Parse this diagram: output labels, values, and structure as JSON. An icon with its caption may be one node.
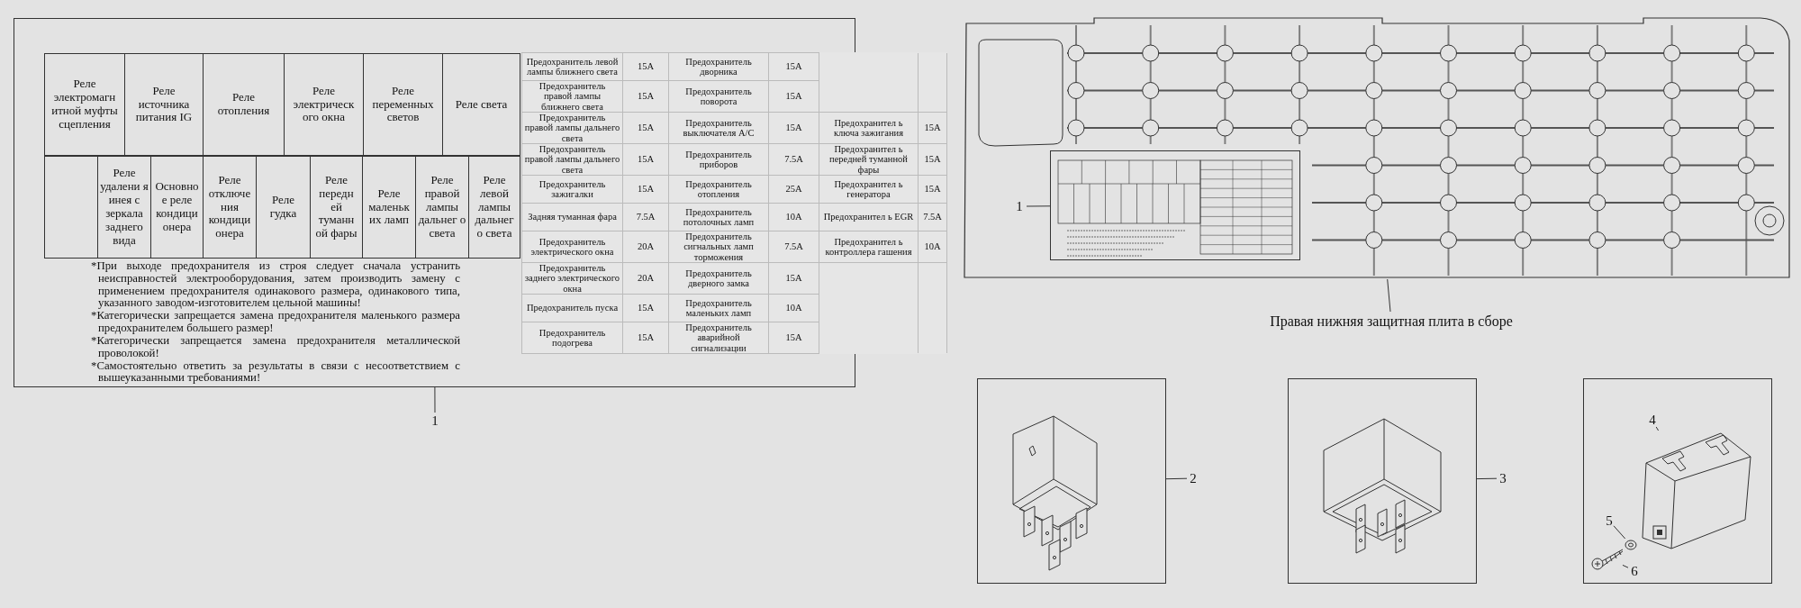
{
  "diagram": {
    "nodes": [
      {
        "text": [],
        "shape": "box"
      },
      {
        "text": [
          "1"
        ]
      },
      {
        "text": [],
        "shape": "picture"
      },
      {
        "text": [],
        "shape": "box",
        "in": 2
      },
      {
        "text": [
          "1"
        ],
        "in": 2
      },
      {
        "text": [
          "Правая нижняя защитная плита в сборе"
        ]
      },
      {
        "text": [],
        "shape": "picture"
      },
      {
        "text": [
          "2"
        ]
      },
      {
        "text": [],
        "shape": "picture"
      },
      {
        "text": [
          "3"
        ]
      },
      {
        "text": [],
        "shape": "box"
      },
      {
        "text": [],
        "shape": "picture",
        "in": 10
      },
      {
        "text": [],
        "shape": "picture",
        "in": 10
      },
      {
        "text": [],
        "shape": "picture",
        "in": 10
      },
      {
        "text": [
          "4"
        ],
        "in": 10
      },
      {
        "text": [
          "5"
        ],
        "in": 10
      },
      {
        "text": [
          "6"
        ],
        "in": 10
      }
    ],
    "edges": [
      {
        "from": 1,
        "to": 0,
        "arrow": "none"
      },
      {
        "from": 4,
        "to": 3,
        "arrow": "none"
      },
      {
        "from": 5,
        "to": 2,
        "arrow": "none"
      },
      {
        "from": 7,
        "to": 6,
        "arrow": "none"
      },
      {
        "from": 9,
        "to": 8,
        "arrow": "none"
      },
      {
        "from": 14,
        "to": 11,
        "arrow": "none"
      },
      {
        "from": 15,
        "to": 12,
        "arrow": "none"
      },
      {
        "from": 16,
        "to": 13,
        "arrow": "none"
      }
    ],
    "labels": [
      "Реле электромагн итной муфты сцепления",
      "Реле источника питания IG",
      "Реле отопления",
      "Реле электрическ ого окна",
      "Реле переменных светов",
      "Реле света",
      "Реле удалени я инея с зеркала заднего вида",
      "Основно е реле кондици онера",
      "Реле отключе ния кондици онера",
      "Реле гудка",
      "Реле передн ей туманн ой фары",
      "Реле маленьк их ламп",
      "Реле правой лампы дальнег о света",
      "Реле левой лампы дальнег о света",
      "Предохранитель левой лампы ближнего света",
      "15A",
      "Предохранитель дворника",
      "15A",
      "Предохранитель правой лампы ближнего света",
      "15A",
      "Предохранитель поворота",
      "15A",
      "Предохранитель правой лампы дальнего света",
      "15A",
      "Предохранитель выключателя A/C",
      "15A",
      "Предохранител ь ключа зажигания",
      "15A",
      "Предохранитель правой лампы дальнего света",
      "15A",
      "Предохранитель приборов",
      "7.5A",
      "Предохранител ь передней туманной фары",
      "15A",
      "Предохранитель зажигалки",
      "15A",
      "Предохранитель отопления",
      "25A",
      "Предохранител ь генератора",
      "15A",
      "Задняя туманная фара",
      "7.5A",
      "Предохранитель потолочных ламп",
      "10A",
      "Предохранител ь EGR",
      "7.5A",
      "Предохранитель электрического окна",
      "20A",
      "Предохранитель сигнальных ламп торможения",
      "7.5A",
      "Предохранител ь контроллера гашения",
      "10A",
      "Предохранитель заднего электрического окна",
      "20A",
      "Предохранитель дверного замка",
      "15A",
      "Предохранитель пуска",
      "15A",
      "Предохранитель маленьких ламп",
      "10A",
      "Предохранитель подогрева",
      "15A",
      "Предохранитель аварийной сигнализации",
      "15A",
      "*При выходе предохранителя из строя следует сначала устранить неисправностей электрооборудования, затем производить замену с применением предохранителя одинакового размера, одинакового типа, указанного заводом-изготовителем цельной машины!",
      "*Категорически запрещается замена предохранителя маленького размера предохранителем большего размер!",
      "*Категорически запрещается замена предохранителя металлической проволокой!",
      "*Самостоятельно ответить за результаты в связи с несоответствием с вышеуказанными требованиями!"
    ]
  }
}
